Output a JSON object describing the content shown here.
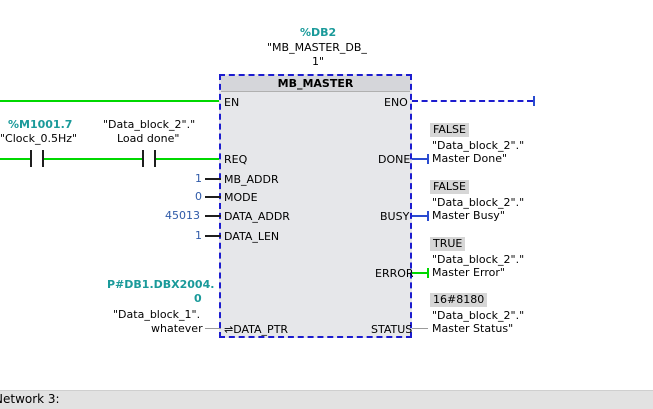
{
  "instance": {
    "address": "%DB2",
    "name_line1": "\"MB_MASTER_DB_",
    "name_line2": "1\""
  },
  "block": {
    "title": "MB_MASTER",
    "inputs": {
      "en": "EN",
      "req": "REQ",
      "mb_addr": "MB_ADDR",
      "mode": "MODE",
      "data_addr": "DATA_ADDR",
      "data_len": "DATA_LEN",
      "data_ptr": "⇌DATA_PTR"
    },
    "outputs": {
      "eno": "ENO",
      "done": "DONE",
      "busy": "BUSY",
      "error": "ERROR",
      "status": "STATUS"
    }
  },
  "contacts": {
    "clock": {
      "address": "%M1001.7",
      "name": "\"Clock_0.5Hz\""
    },
    "load_done": {
      "name_line1": "\"Data_block_2\".\"",
      "name_line2": "Load done\""
    }
  },
  "parameters": {
    "mb_addr": "1",
    "mode": "0",
    "data_addr": "45013",
    "data_len": "1",
    "data_ptr": {
      "address_line1": "P#DB1.DBX2004.",
      "address_line2": "0",
      "name_line1": "\"Data_block_1\".",
      "name_line2": "whatever"
    }
  },
  "output_values": {
    "done": {
      "value": "FALSE",
      "line1": "\"Data_block_2\".\"",
      "line2": "Master Done\""
    },
    "busy": {
      "value": "FALSE",
      "line1": "\"Data_block_2\".\"",
      "line2": "Master Busy\""
    },
    "error": {
      "value": "TRUE",
      "line1": "\"Data_block_2\".\"",
      "line2": "Master Error\""
    },
    "status": {
      "value": "16#8180",
      "line1": "\"Data_block_2\".\"",
      "line2": "Master Status\""
    }
  },
  "next_network": "Network 3:",
  "colors": {
    "energized": "#00d800",
    "teal": "#1a9a9a",
    "block_border": "#1c1ccf",
    "constant": "#2f5aa8"
  }
}
